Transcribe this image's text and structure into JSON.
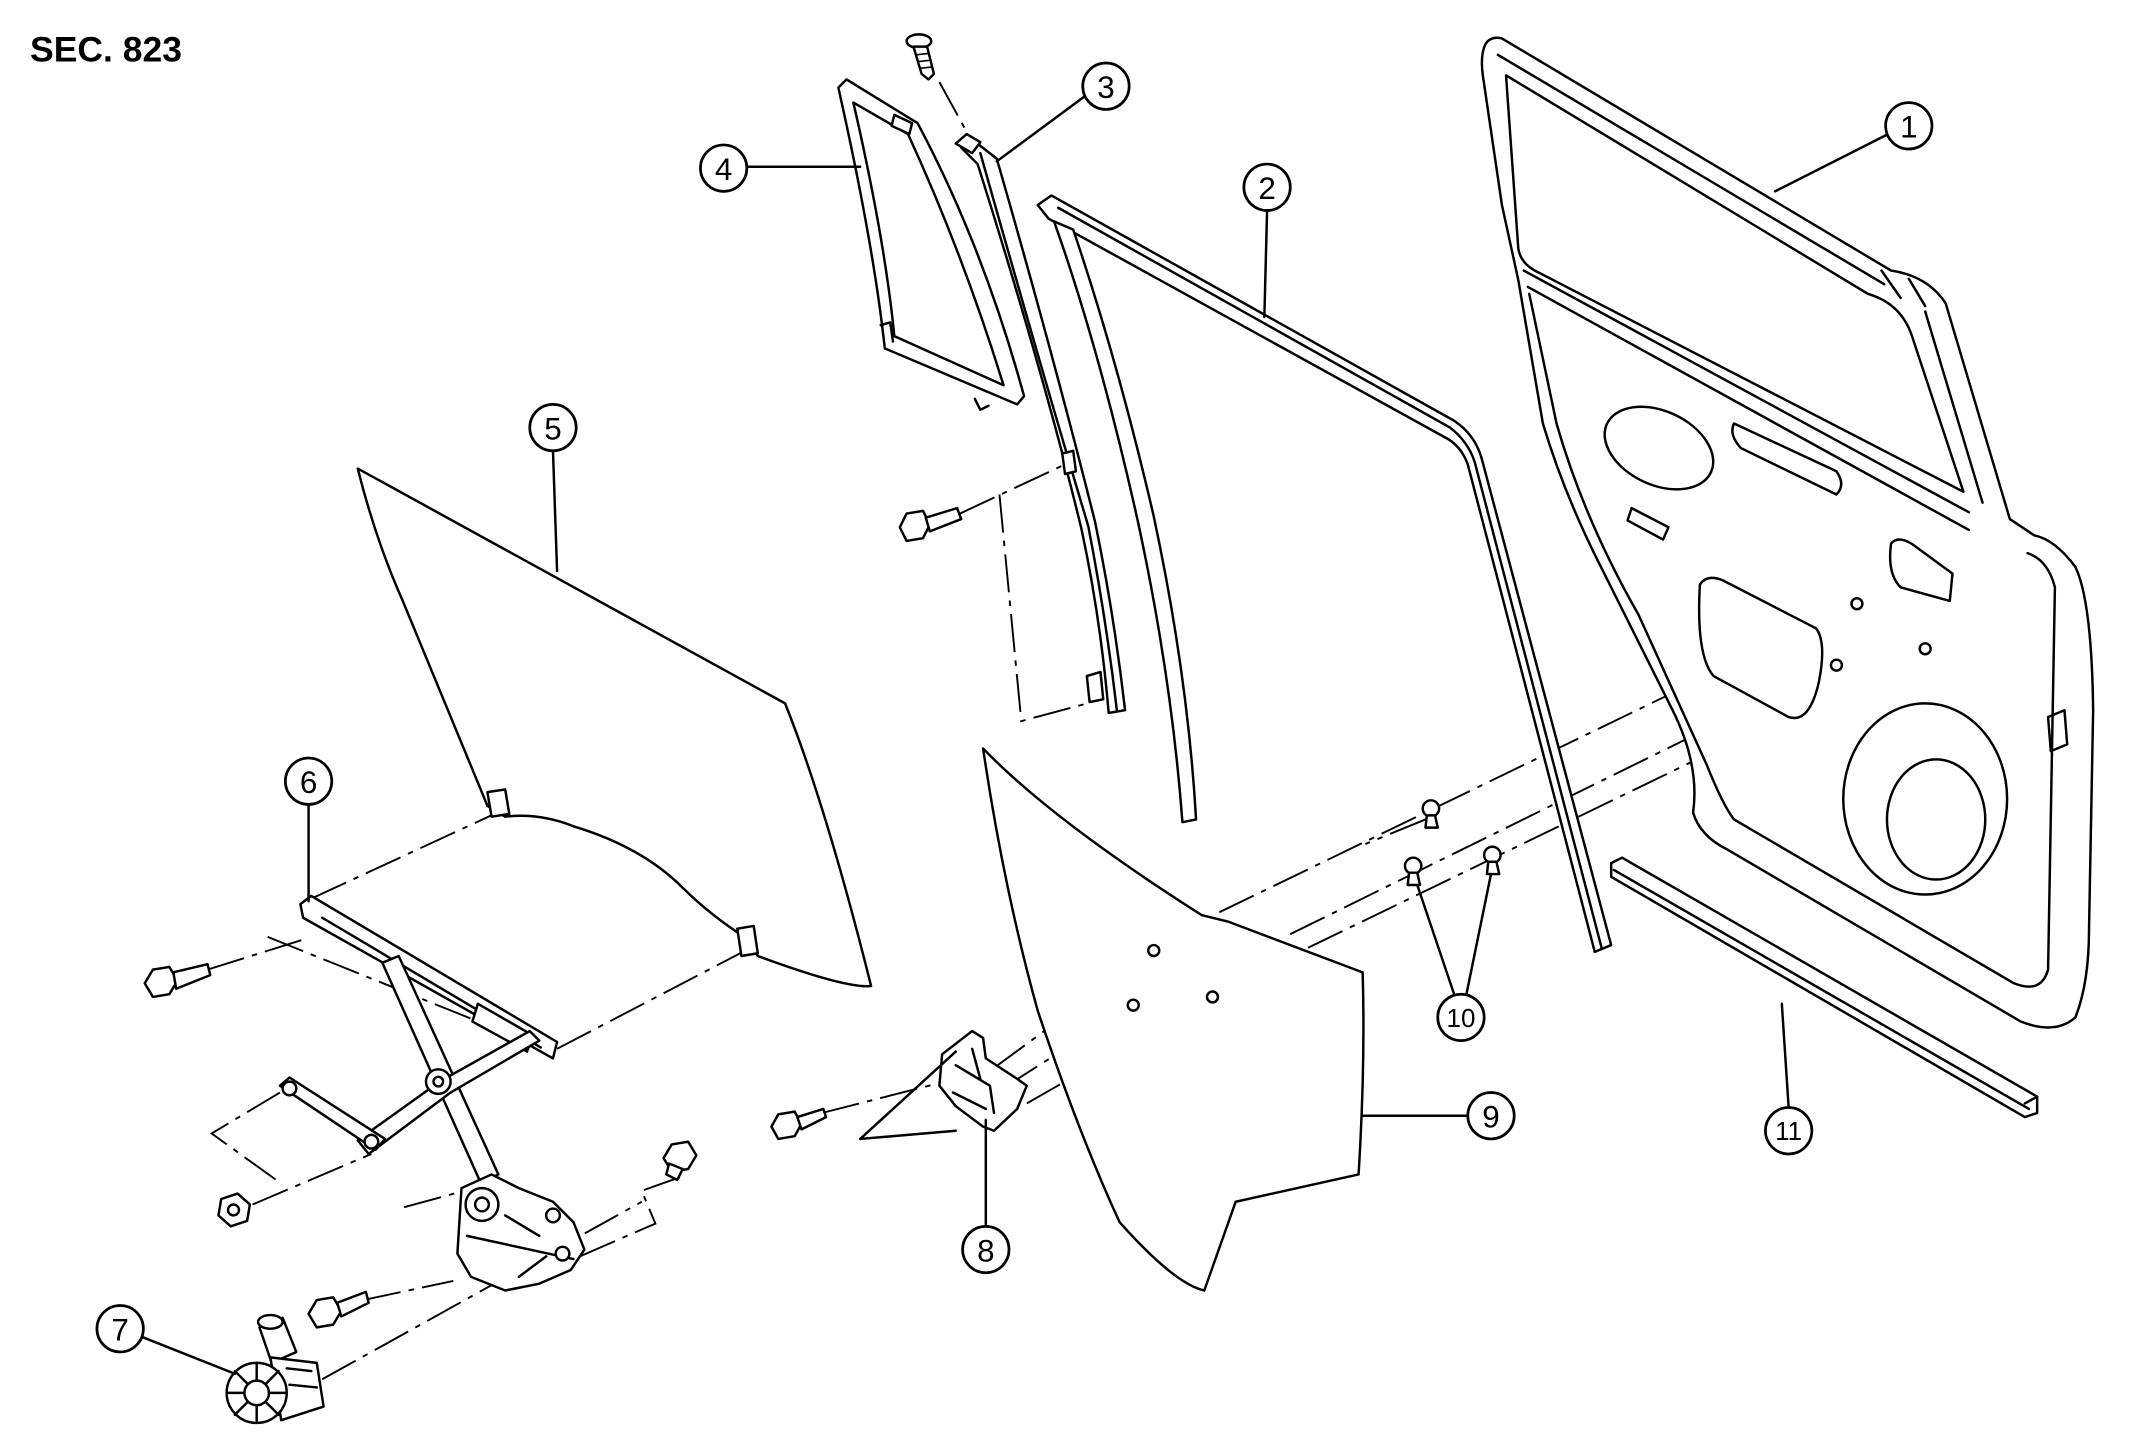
{
  "title": "SEC. 823",
  "callouts": [
    "1",
    "2",
    "3",
    "4",
    "5",
    "6",
    "7",
    "8",
    "9",
    "10",
    "11"
  ]
}
